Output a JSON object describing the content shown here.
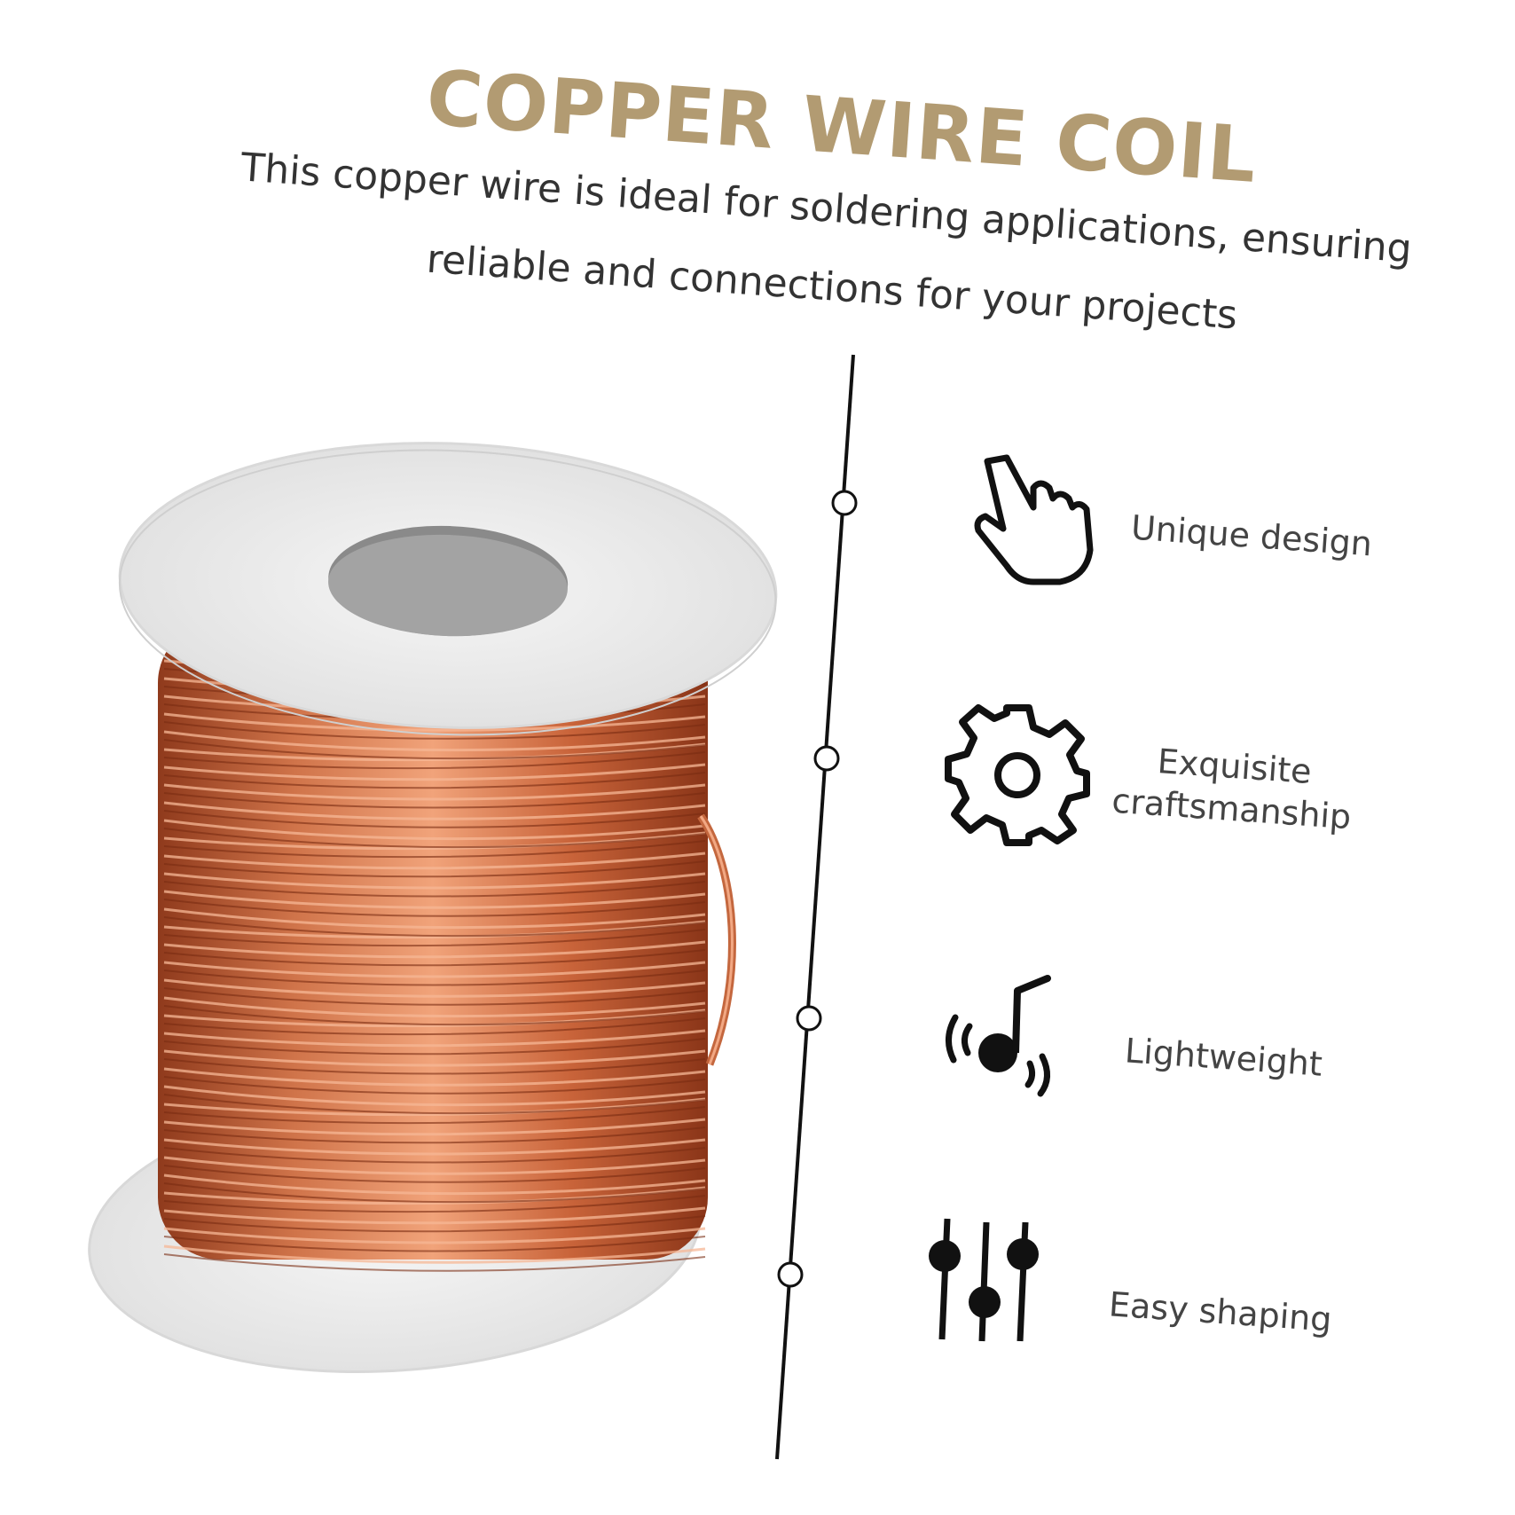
{
  "header": {
    "title": "COPPER WIRE COIL",
    "subtitle_line1": "This copper wire is ideal for soldering applications, ensuring",
    "subtitle_line2": "reliable and  connections for your projects"
  },
  "features": [
    {
      "label": "Unique design",
      "icon": "hand-pointer-icon"
    },
    {
      "label_line1": "Exquisite",
      "label_line2": "craftsmanship",
      "icon": "gear-icon"
    },
    {
      "label": "Lightweight",
      "icon": "music-note-icon"
    },
    {
      "label": "Easy shaping",
      "icon": "equalizer-sliders-icon"
    }
  ],
  "colors": {
    "title": "#b29b72",
    "copper": "#c8683f",
    "spool": "#e6e6e6"
  }
}
